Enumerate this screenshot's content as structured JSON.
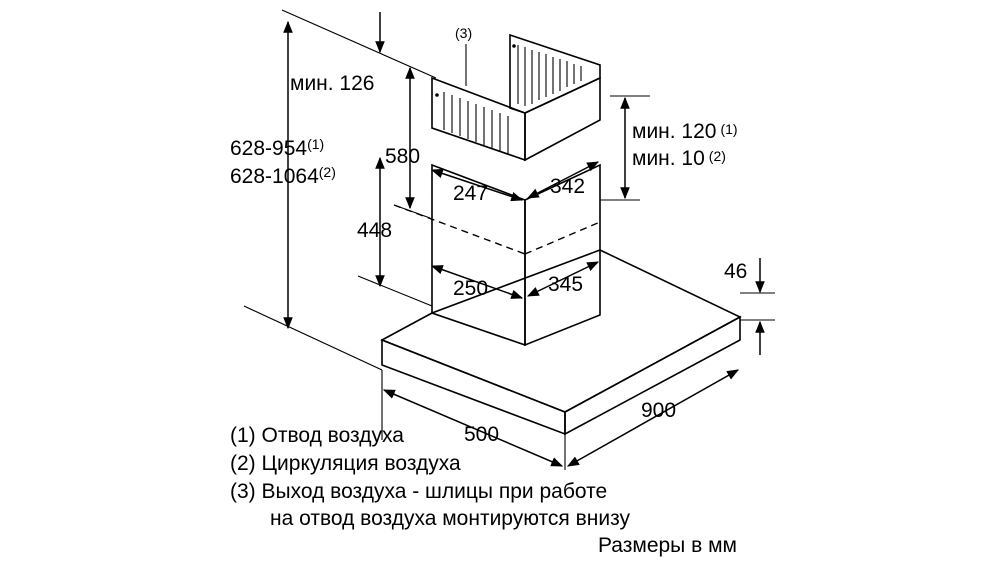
{
  "dimensions": {
    "min_126": "мин. 126",
    "height_total_1": "628-954",
    "height_total_1_ref": "(1)",
    "height_total_2": "628-1064",
    "height_total_2_ref": "(2)",
    "upper_580": "580",
    "lower_448": "448",
    "upper_width_247": "247",
    "upper_depth_342": "342",
    "lower_width_250": "250",
    "lower_depth_345": "345",
    "min_120": "мин. 120",
    "min_120_ref": "(1)",
    "min_10": "мин. 10",
    "min_10_ref": "(2)",
    "thickness_46": "46",
    "depth_500": "500",
    "width_900": "900"
  },
  "callouts": {
    "slots_ref": "(3)"
  },
  "legend": {
    "line1": "(1) Отвод воздуха",
    "line2": "(2) Циркуляция воздуха",
    "line3": "(3) Выход воздуха - шлицы при работе",
    "line4": "на отвод воздуха монтируются внизу",
    "units": "Размеры в мм"
  }
}
